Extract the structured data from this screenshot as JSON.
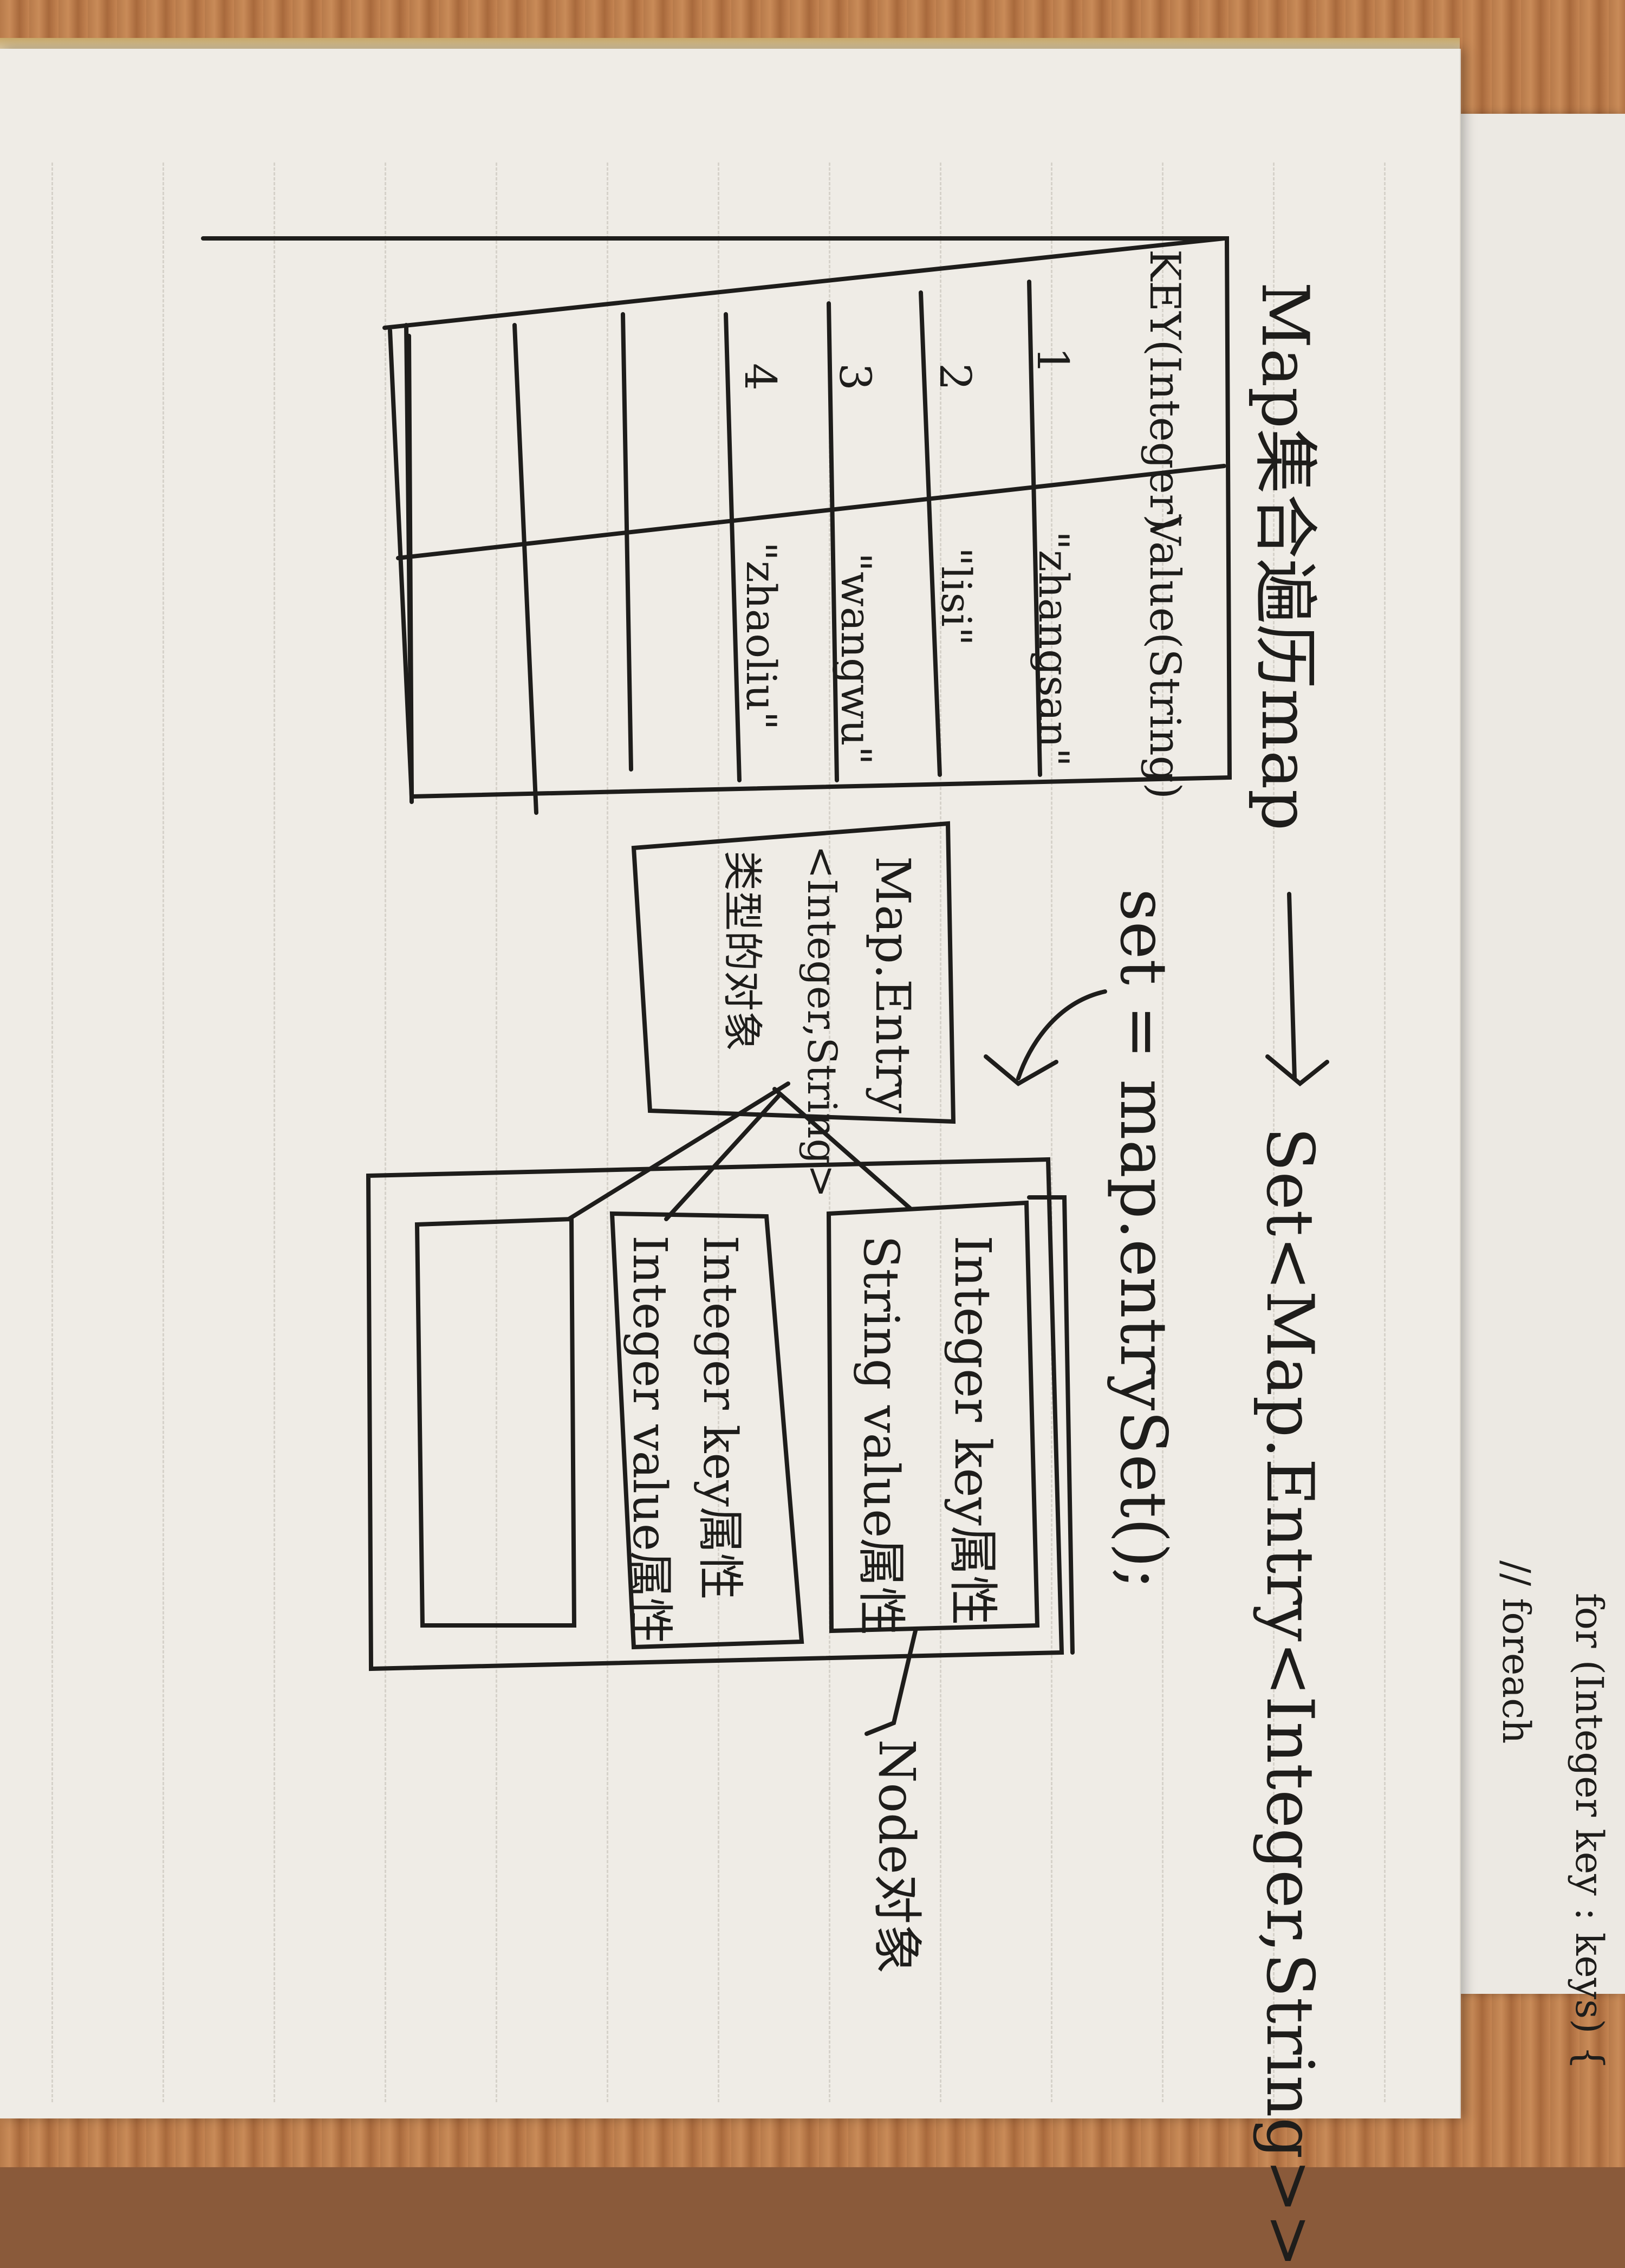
{
  "notebook": {
    "heading": "Map集合遍历map",
    "arrow_target": "Set<Map.Entry<Integer,String>>",
    "assignment": "set = map.entrySet();",
    "table": {
      "key_header": "KEY(Integer)",
      "value_header": "Value(String)",
      "rows": [
        {
          "key": "1",
          "value": "\"zhangsan\""
        },
        {
          "key": "2",
          "value": "\"lisi\""
        },
        {
          "key": "3",
          "value": "\"wangwu\""
        },
        {
          "key": "4",
          "value": "\"zhaoliu\""
        }
      ]
    },
    "entry_box": {
      "line1": "Map.Entry",
      "line2": "<Integer,String>",
      "line3": "类型的对象"
    },
    "node_inner_1": {
      "line1": "Integer key属性",
      "line2": "String value属性"
    },
    "node_inner_2": {
      "line1": "Integer key属性",
      "line2": "Integer value属性"
    },
    "node_label": "Node对象",
    "side_page": {
      "line1": "// foreach",
      "line2": "for (Integer key : keys) {"
    }
  },
  "colors": {
    "ink": "#1e1d1b",
    "paper": "#efece6",
    "wood": "#b77a4a"
  }
}
